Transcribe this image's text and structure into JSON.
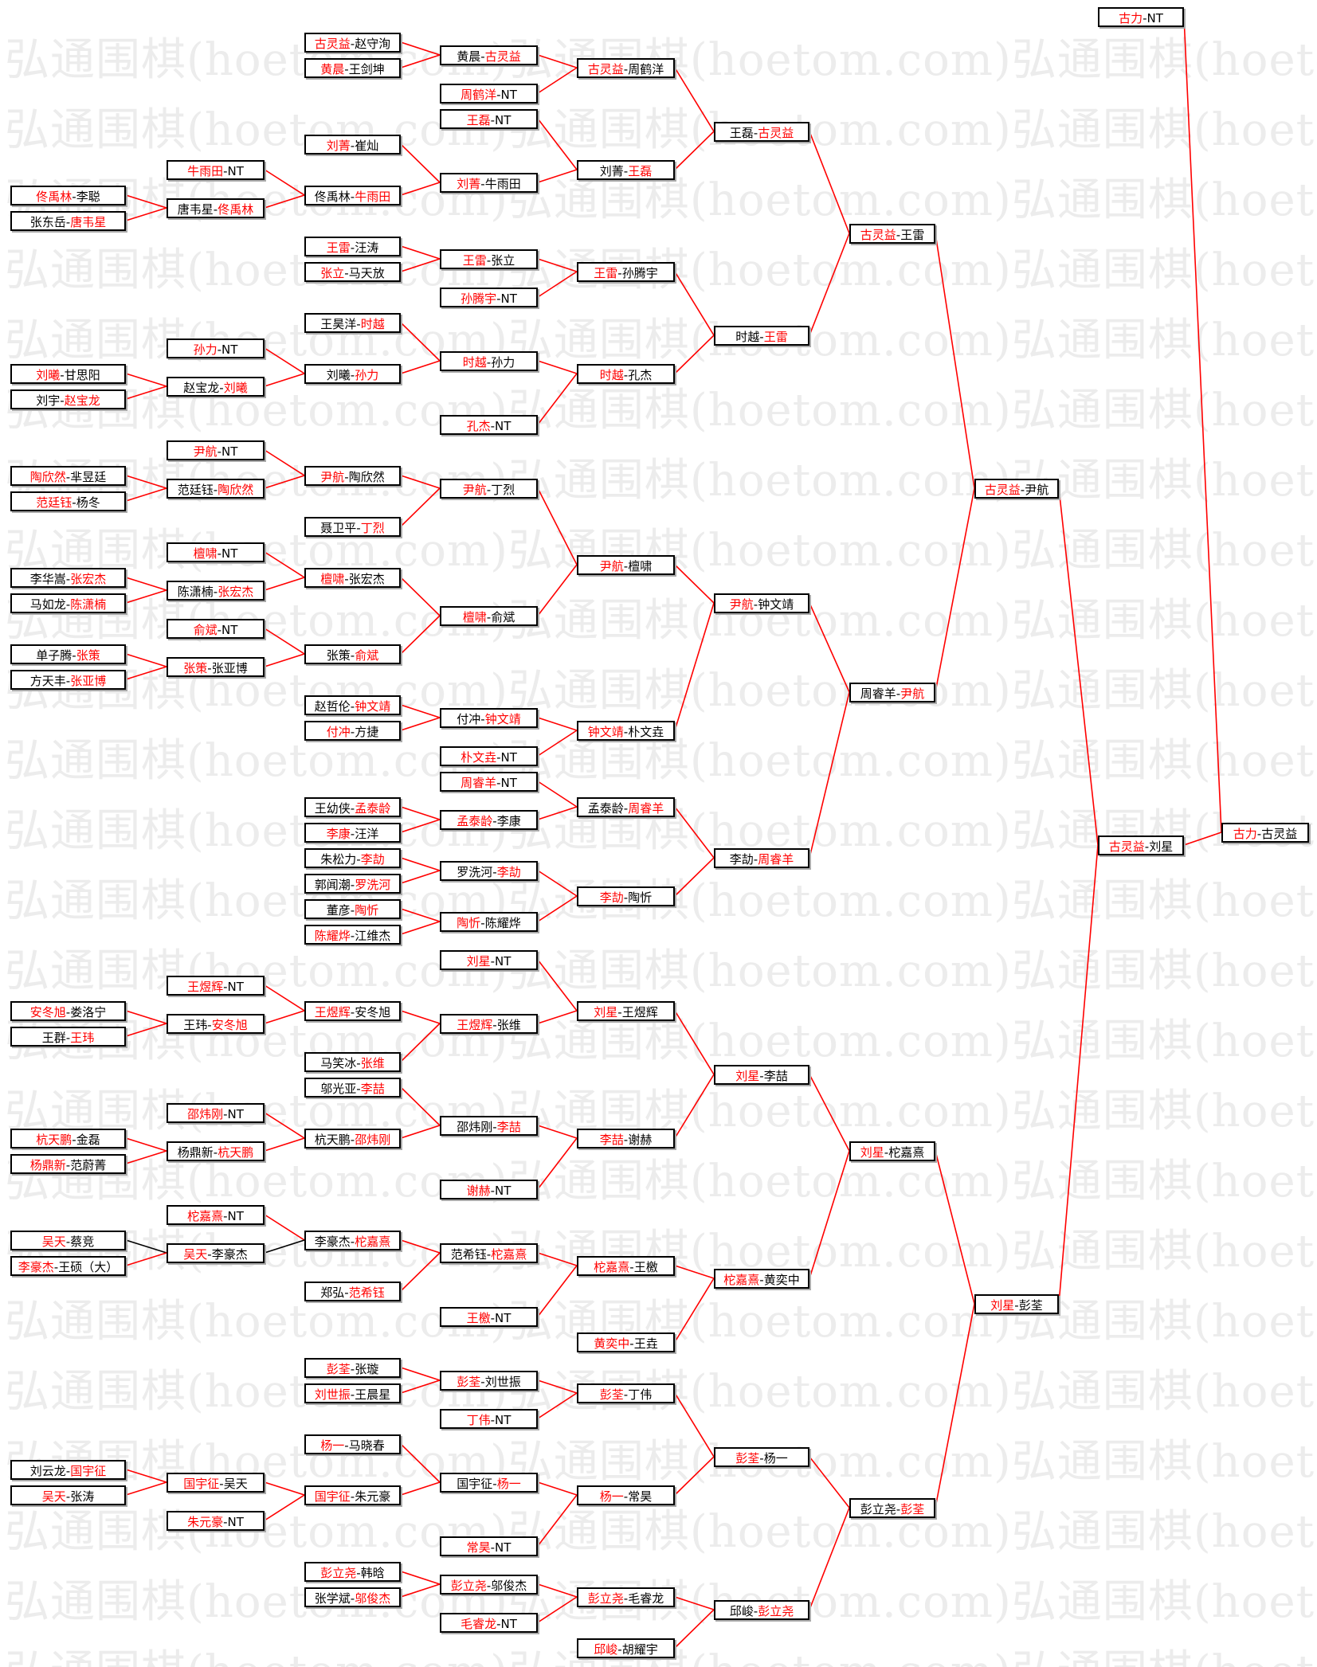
{
  "watermark": "弘通围棋(hoetom.com)弘通围棋(hoetom.com)弘通围棋(hoetom.com)弘通围棋(ho",
  "colors": {
    "winner_text": "#ff0000",
    "line": "#ff0000",
    "border": "#000000"
  },
  "matches": [
    {
      "id": "a1",
      "t": [
        "刘曦",
        "-甘思阳"
      ],
      "w": 0
    },
    {
      "id": "a2",
      "t": [
        "刘宇-",
        "赵宝龙"
      ],
      "w": 1
    },
    {
      "id": "a3",
      "t": [
        "佟禹林",
        "-李聪"
      ],
      "w": 0
    },
    {
      "id": "a4",
      "t": [
        "张东岳-",
        "唐韦星"
      ],
      "w": 1
    },
    {
      "id": "a5",
      "t": [
        "陶欣然",
        "-芈昱廷"
      ],
      "w": 0
    },
    {
      "id": "a6",
      "t": [
        "范廷钰",
        "-杨冬"
      ],
      "w": 0
    },
    {
      "id": "a7",
      "t": [
        "李华嵩-",
        "张宏杰"
      ],
      "w": 1
    },
    {
      "id": "a8",
      "t": [
        "马如龙-",
        "陈潇楠"
      ],
      "w": 1
    },
    {
      "id": "a9",
      "t": [
        "单子腾-",
        "张策"
      ],
      "w": 1
    },
    {
      "id": "a10",
      "t": [
        "方天丰-",
        "张亚博"
      ],
      "w": 1
    },
    {
      "id": "a11",
      "t": [
        "安冬旭",
        "-娄洛宁"
      ],
      "w": 0
    },
    {
      "id": "a12",
      "t": [
        "王群-",
        "王玮"
      ],
      "w": 1
    },
    {
      "id": "a13",
      "t": [
        "杭天鹏",
        "-金磊"
      ],
      "w": 0
    },
    {
      "id": "a14",
      "t": [
        "杨鼎新",
        "-范蔚菁"
      ],
      "w": 0
    },
    {
      "id": "a15",
      "t": [
        "吴天",
        "-蔡竞"
      ],
      "w": 0
    },
    {
      "id": "a16",
      "t": [
        "李豪杰",
        "-王硕（大）"
      ],
      "w": 0
    },
    {
      "id": "a17",
      "t": [
        "刘云龙-",
        "国宇征"
      ],
      "w": 1
    },
    {
      "id": "a18",
      "t": [
        "吴天",
        "-张涛"
      ],
      "w": 0
    },
    {
      "id": "b1",
      "t": [
        "牛雨田",
        "-NT"
      ],
      "w": 0
    },
    {
      "id": "b2",
      "t": [
        "唐韦星-",
        "佟禹林"
      ],
      "w": 1
    },
    {
      "id": "b3",
      "t": [
        "孙力",
        "-NT"
      ],
      "w": 0
    },
    {
      "id": "b4",
      "t": [
        "赵宝龙-",
        "刘曦"
      ],
      "w": 1
    },
    {
      "id": "b5",
      "t": [
        "尹航",
        "-NT"
      ],
      "w": 0
    },
    {
      "id": "b6",
      "t": [
        "范廷钰-",
        "陶欣然"
      ],
      "w": 1
    },
    {
      "id": "b7",
      "t": [
        "檀啸",
        "-NT"
      ],
      "w": 0
    },
    {
      "id": "b8",
      "t": [
        "陈潇楠-",
        "张宏杰"
      ],
      "w": 1
    },
    {
      "id": "b9",
      "t": [
        "俞斌",
        "-NT"
      ],
      "w": 0
    },
    {
      "id": "b10",
      "t": [
        "张策",
        "-张亚博"
      ],
      "w": 0
    },
    {
      "id": "b11",
      "t": [
        "王煜辉",
        "-NT"
      ],
      "w": 0
    },
    {
      "id": "b12",
      "t": [
        "王玮-",
        "安冬旭"
      ],
      "w": 1
    },
    {
      "id": "b13",
      "t": [
        "邵炜刚",
        "-NT"
      ],
      "w": 0
    },
    {
      "id": "b14",
      "t": [
        "杨鼎新-",
        "杭天鹏"
      ],
      "w": 1
    },
    {
      "id": "b15",
      "t": [
        "柁嘉熹",
        "-NT"
      ],
      "w": 0
    },
    {
      "id": "b16",
      "t": [
        "吴天",
        "-李豪杰"
      ],
      "w": 0
    },
    {
      "id": "b17",
      "t": [
        "国宇征",
        "-吴天"
      ],
      "w": 0
    },
    {
      "id": "b18",
      "t": [
        "朱元豪",
        "-NT"
      ],
      "w": 0
    },
    {
      "id": "c1",
      "t": [
        "古灵益",
        "-赵守洵"
      ],
      "w": 0
    },
    {
      "id": "c2",
      "t": [
        "黄晨",
        "-王剑坤"
      ],
      "w": 0
    },
    {
      "id": "c3",
      "t": [
        "刘菁",
        "-崔灿"
      ],
      "w": 0
    },
    {
      "id": "c4",
      "t": [
        "佟禹林-",
        "牛雨田"
      ],
      "w": 1
    },
    {
      "id": "c5",
      "t": [
        "王雷",
        "-汪涛"
      ],
      "w": 0
    },
    {
      "id": "c6",
      "t": [
        "张立",
        "-马天放"
      ],
      "w": 0
    },
    {
      "id": "c7",
      "t": [
        "王昊洋-",
        "时越"
      ],
      "w": 1
    },
    {
      "id": "c8",
      "t": [
        "刘曦-",
        "孙力"
      ],
      "w": 1
    },
    {
      "id": "c9",
      "t": [
        "尹航",
        "-陶欣然"
      ],
      "w": 0
    },
    {
      "id": "c10",
      "t": [
        "聂卫平-",
        "丁烈"
      ],
      "w": 1
    },
    {
      "id": "c11",
      "t": [
        "檀啸",
        "-张宏杰"
      ],
      "w": 0
    },
    {
      "id": "c12",
      "t": [
        "张策-",
        "俞斌"
      ],
      "w": 1
    },
    {
      "id": "c13",
      "t": [
        "赵哲伦-",
        "钟文靖"
      ],
      "w": 1
    },
    {
      "id": "c14",
      "t": [
        "付冲",
        "-方捷"
      ],
      "w": 0
    },
    {
      "id": "c15",
      "t": [
        "王幼侠-",
        "孟泰龄"
      ],
      "w": 1
    },
    {
      "id": "c16",
      "t": [
        "李康",
        "-汪洋"
      ],
      "w": 0
    },
    {
      "id": "c17",
      "t": [
        "朱松力-",
        "李劼"
      ],
      "w": 1
    },
    {
      "id": "c18",
      "t": [
        "郭闻潮-",
        "罗洗河"
      ],
      "w": 1
    },
    {
      "id": "c19",
      "t": [
        "董彦-",
        "陶忻"
      ],
      "w": 1
    },
    {
      "id": "c20",
      "t": [
        "陈耀烨",
        "-江维杰"
      ],
      "w": 0
    },
    {
      "id": "c21",
      "t": [
        "王煜辉",
        "-安冬旭"
      ],
      "w": 0
    },
    {
      "id": "c22",
      "t": [
        "马笑冰-",
        "张维"
      ],
      "w": 1
    },
    {
      "id": "c23",
      "t": [
        "邬光亚-",
        "李喆"
      ],
      "w": 1
    },
    {
      "id": "c24",
      "t": [
        "杭天鹏-",
        "邵炜刚"
      ],
      "w": 1
    },
    {
      "id": "c25",
      "t": [
        "李豪杰-",
        "柁嘉熹"
      ],
      "w": 1
    },
    {
      "id": "c26",
      "t": [
        "郑弘-",
        "范希钰"
      ],
      "w": 1
    },
    {
      "id": "c27",
      "t": [
        "彭荃",
        "-张璇"
      ],
      "w": 0
    },
    {
      "id": "c28",
      "t": [
        "刘世振",
        "-王晨星"
      ],
      "w": 0
    },
    {
      "id": "c29",
      "t": [
        "杨一",
        "-马晓春"
      ],
      "w": 0
    },
    {
      "id": "c30",
      "t": [
        "国宇征",
        "-朱元豪"
      ],
      "w": 0
    },
    {
      "id": "c31",
      "t": [
        "彭立尧",
        "-韩晗"
      ],
      "w": 0
    },
    {
      "id": "c32",
      "t": [
        "张学斌-",
        "邬俊杰"
      ],
      "w": 1
    },
    {
      "id": "d1",
      "t": [
        "黄晨-",
        "古灵益"
      ],
      "w": 1
    },
    {
      "id": "d2",
      "t": [
        "周鹤洋",
        "-NT"
      ],
      "w": 0
    },
    {
      "id": "d3",
      "t": [
        "王磊",
        "-NT"
      ],
      "w": 0
    },
    {
      "id": "d4",
      "t": [
        "刘菁",
        "-牛雨田"
      ],
      "w": 0
    },
    {
      "id": "d5",
      "t": [
        "王雷",
        "-张立"
      ],
      "w": 0
    },
    {
      "id": "d6",
      "t": [
        "孙腾宇",
        "-NT"
      ],
      "w": 0
    },
    {
      "id": "d7",
      "t": [
        "时越",
        "-孙力"
      ],
      "w": 0
    },
    {
      "id": "d8",
      "t": [
        "孔杰",
        "-NT"
      ],
      "w": 0
    },
    {
      "id": "d9",
      "t": [
        "尹航",
        "-丁烈"
      ],
      "w": 0
    },
    {
      "id": "d10",
      "t": [
        "檀啸",
        "-俞斌"
      ],
      "w": 0
    },
    {
      "id": "d11",
      "t": [
        "付冲-",
        "钟文靖"
      ],
      "w": 1
    },
    {
      "id": "d12",
      "t": [
        "朴文垚",
        "-NT"
      ],
      "w": 0
    },
    {
      "id": "d13",
      "t": [
        "周睿羊",
        "-NT"
      ],
      "w": 0
    },
    {
      "id": "d14",
      "t": [
        "孟泰龄",
        "-李康"
      ],
      "w": 0
    },
    {
      "id": "d15",
      "t": [
        "罗洗河-",
        "李劼"
      ],
      "w": 1
    },
    {
      "id": "d16",
      "t": [
        "陶忻",
        "-陈耀烨"
      ],
      "w": 0
    },
    {
      "id": "d17",
      "t": [
        "刘星",
        "-NT"
      ],
      "w": 0
    },
    {
      "id": "d18",
      "t": [
        "王煜辉",
        "-张维"
      ],
      "w": 0
    },
    {
      "id": "d19",
      "t": [
        "邵炜刚-",
        "李喆"
      ],
      "w": 1
    },
    {
      "id": "d20",
      "t": [
        "谢赫",
        "-NT"
      ],
      "w": 0
    },
    {
      "id": "d21",
      "t": [
        "范希钰-",
        "柁嘉熹"
      ],
      "w": 1
    },
    {
      "id": "d22",
      "t": [
        "王檄",
        "-NT"
      ],
      "w": 0
    },
    {
      "id": "d23",
      "t": [
        "彭荃",
        "-刘世振"
      ],
      "w": 0
    },
    {
      "id": "d24",
      "t": [
        "丁伟",
        "-NT"
      ],
      "w": 0
    },
    {
      "id": "d25",
      "t": [
        "国宇征-",
        "杨一"
      ],
      "w": 1
    },
    {
      "id": "d26",
      "t": [
        "常昊",
        "-NT"
      ],
      "w": 0
    },
    {
      "id": "d27",
      "t": [
        "彭立尧",
        "-邬俊杰"
      ],
      "w": 0
    },
    {
      "id": "d28",
      "t": [
        "毛睿龙",
        "-NT"
      ],
      "w": 0
    },
    {
      "id": "e1",
      "t": [
        "古灵益",
        "-周鹤洋"
      ],
      "w": 0
    },
    {
      "id": "e2",
      "t": [
        "刘菁-",
        "王磊"
      ],
      "w": 1
    },
    {
      "id": "e3",
      "t": [
        "王雷",
        "-孙腾宇"
      ],
      "w": 0
    },
    {
      "id": "e4",
      "t": [
        "时越",
        "-孔杰"
      ],
      "w": 0
    },
    {
      "id": "e5",
      "t": [
        "尹航",
        "-檀啸"
      ],
      "w": 0
    },
    {
      "id": "e6",
      "t": [
        "钟文靖",
        "-朴文垚"
      ],
      "w": 0
    },
    {
      "id": "e7",
      "t": [
        "孟泰龄-",
        "周睿羊"
      ],
      "w": 1
    },
    {
      "id": "e8",
      "t": [
        "李劼",
        "-陶忻"
      ],
      "w": 0
    },
    {
      "id": "e9",
      "t": [
        "刘星",
        "-王煜辉"
      ],
      "w": 0
    },
    {
      "id": "e10",
      "t": [
        "李喆",
        "-谢赫"
      ],
      "w": 0
    },
    {
      "id": "e11",
      "t": [
        "柁嘉熹",
        "-王檄"
      ],
      "w": 0
    },
    {
      "id": "e12",
      "t": [
        "黄奕中",
        "-王垚"
      ],
      "w": 0
    },
    {
      "id": "e13",
      "t": [
        "彭荃",
        "-丁伟"
      ],
      "w": 0
    },
    {
      "id": "e14",
      "t": [
        "杨一",
        "-常昊"
      ],
      "w": 0
    },
    {
      "id": "e15",
      "t": [
        "彭立尧",
        "-毛睿龙"
      ],
      "w": 0
    },
    {
      "id": "e16",
      "t": [
        "邱峻",
        "-胡耀宇"
      ],
      "w": 0
    },
    {
      "id": "f1",
      "t": [
        "王磊-",
        "古灵益"
      ],
      "w": 1
    },
    {
      "id": "f2",
      "t": [
        "时越-",
        "王雷"
      ],
      "w": 1
    },
    {
      "id": "f3",
      "t": [
        "尹航",
        "-钟文靖"
      ],
      "w": 0
    },
    {
      "id": "f4",
      "t": [
        "李劼-",
        "周睿羊"
      ],
      "w": 1
    },
    {
      "id": "f5",
      "t": [
        "刘星",
        "-李喆"
      ],
      "w": 0
    },
    {
      "id": "f6",
      "t": [
        "柁嘉熹",
        "-黄奕中"
      ],
      "w": 0
    },
    {
      "id": "f7",
      "t": [
        "彭荃",
        "-杨一"
      ],
      "w": 0
    },
    {
      "id": "f8",
      "t": [
        "邱峻-",
        "彭立尧"
      ],
      "w": 1
    },
    {
      "id": "g1",
      "t": [
        "古灵益",
        "-王雷"
      ],
      "w": 0
    },
    {
      "id": "g2",
      "t": [
        "周睿羊-",
        "尹航"
      ],
      "w": 1
    },
    {
      "id": "g3",
      "t": [
        "刘星",
        "-柁嘉熹"
      ],
      "w": 0
    },
    {
      "id": "g4",
      "t": [
        "彭立尧-",
        "彭荃"
      ],
      "w": 1
    },
    {
      "id": "h1",
      "t": [
        "古灵益",
        "-尹航"
      ],
      "w": 0
    },
    {
      "id": "h2",
      "t": [
        "刘星",
        "-彭荃"
      ],
      "w": 0
    },
    {
      "id": "i1",
      "t": [
        "古灵益",
        "-刘星"
      ],
      "w": 0
    },
    {
      "id": "i2",
      "t": [
        "古力",
        "-NT"
      ],
      "w": 0
    },
    {
      "id": "j1",
      "t": [
        "古力",
        "-古灵益"
      ],
      "w": 0
    }
  ]
}
